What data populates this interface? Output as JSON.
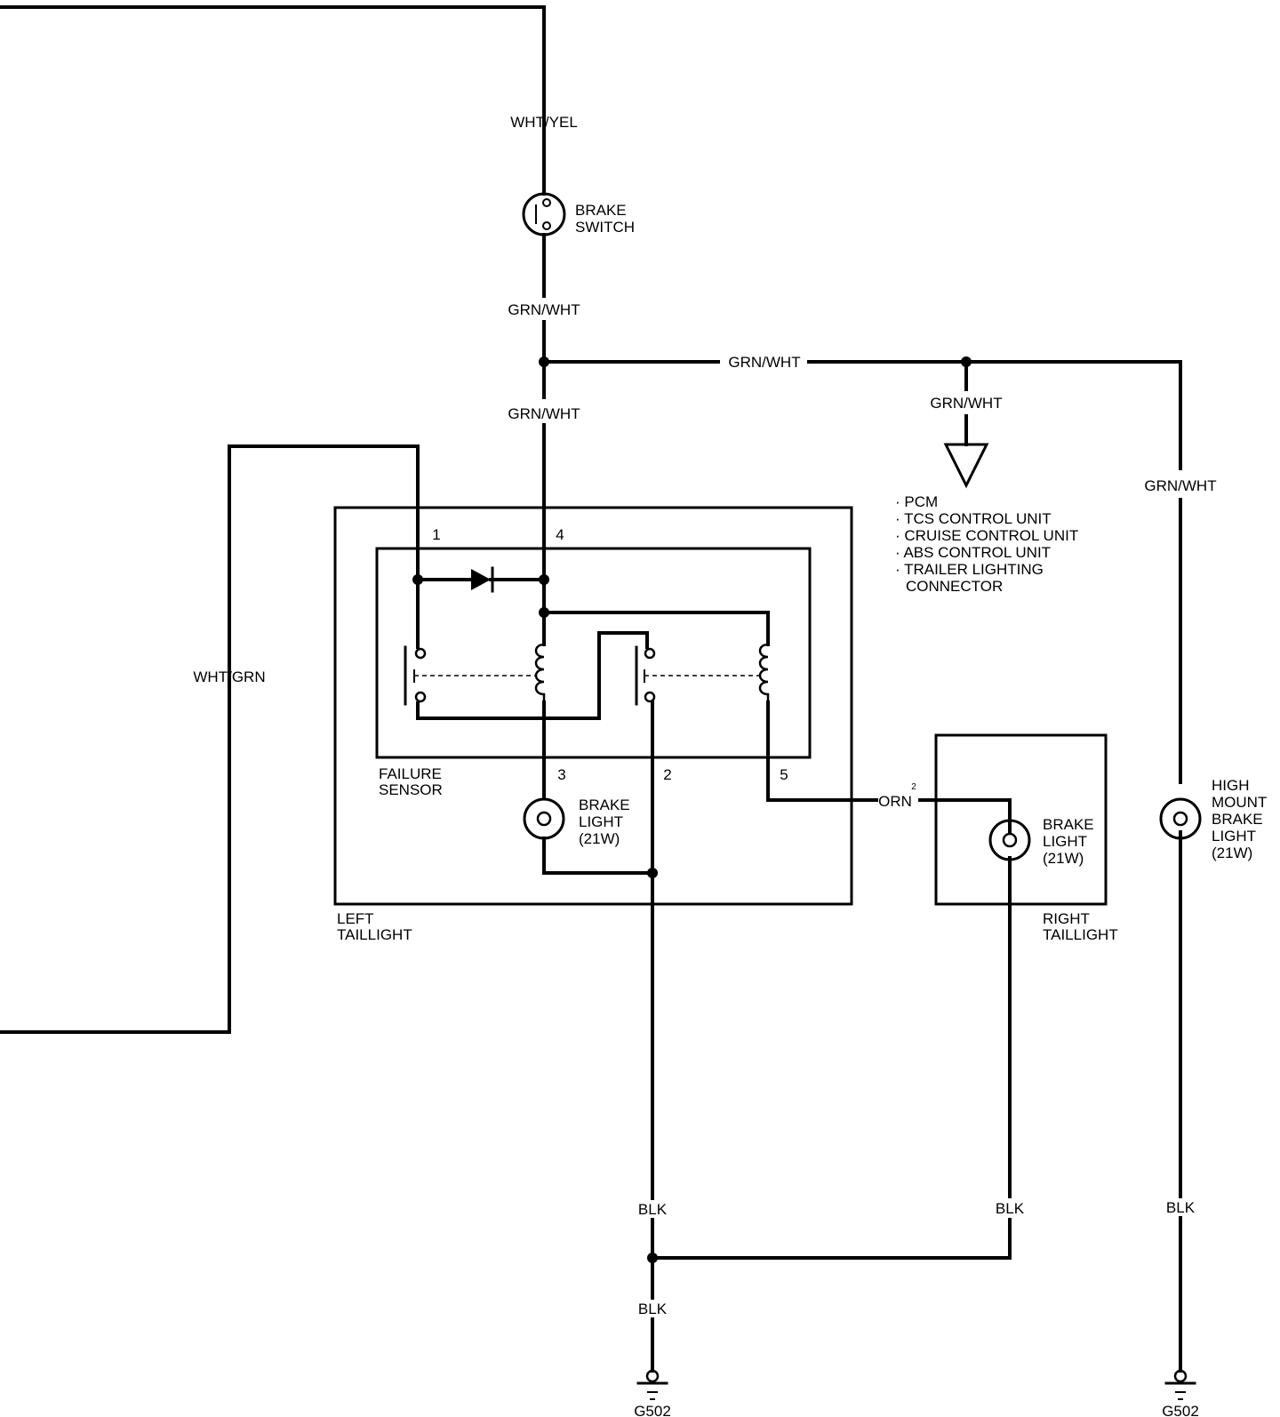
{
  "wires": {
    "supply": "WHT/YEL",
    "switch_out": "GRN/WHT",
    "branch_right": "GRN/WHT",
    "to_sensor": "GRN/WHT",
    "to_pcm": "GRN/WHT",
    "to_high_mount": "GRN/WHT",
    "sensor_pin1": "WHT/GRN",
    "right_feed": "ORN",
    "right_feed_note": "2",
    "gnd_left": "BLK",
    "gnd_right": "BLK",
    "gnd_common": "BLK",
    "gnd_high_mount": "BLK"
  },
  "components": {
    "brake_switch": [
      "BRAKE",
      "SWITCH"
    ],
    "failure_sensor": [
      "FAILURE",
      "SENSOR"
    ],
    "left_brake_light": [
      "BRAKE",
      "LIGHT",
      "(21W)"
    ],
    "left_taillight": [
      "LEFT",
      "TAILLIGHT"
    ],
    "right_brake_light": [
      "BRAKE",
      "LIGHT",
      "(21W)"
    ],
    "right_taillight": [
      "RIGHT",
      "TAILLIGHT"
    ],
    "high_mount_light": [
      "HIGH",
      "MOUNT",
      "BRAKE",
      "LIGHT",
      "(21W)"
    ]
  },
  "pins": {
    "p1": "1",
    "p4": "4",
    "p3": "3",
    "p2": "2",
    "p5": "5"
  },
  "pcm_destinations": [
    "· PCM",
    "· TCS CONTROL UNIT",
    "· CRUISE CONTROL UNIT",
    "· ABS CONTROL UNIT",
    "· TRAILER LIGHTING",
    "CONNECTOR"
  ],
  "grounds": {
    "left": "G502",
    "right": "G502"
  }
}
